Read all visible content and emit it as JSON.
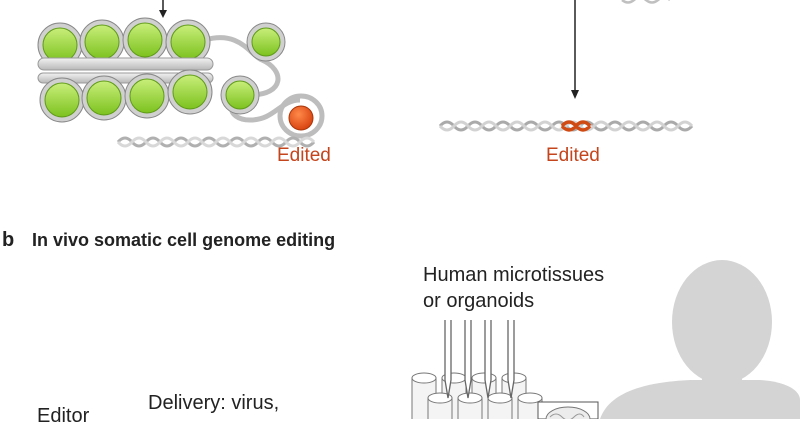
{
  "panel_a": {
    "left_label": "Edited",
    "right_label": "Edited"
  },
  "panel_b": {
    "letter": "b",
    "title": "In vivo somatic cell genome editing",
    "tissues_line1": "Human microtissues",
    "tissues_line2": "or organoids",
    "delivery_text": "Delivery: virus,",
    "editor_text": "Editor"
  },
  "colors": {
    "nucleosome_green": "#9ed83a",
    "histone_grey": "#d9d9d9",
    "edit_orange": "#e0521c",
    "label_red": "#c4441b",
    "silhouette": "#d4d4d4"
  }
}
